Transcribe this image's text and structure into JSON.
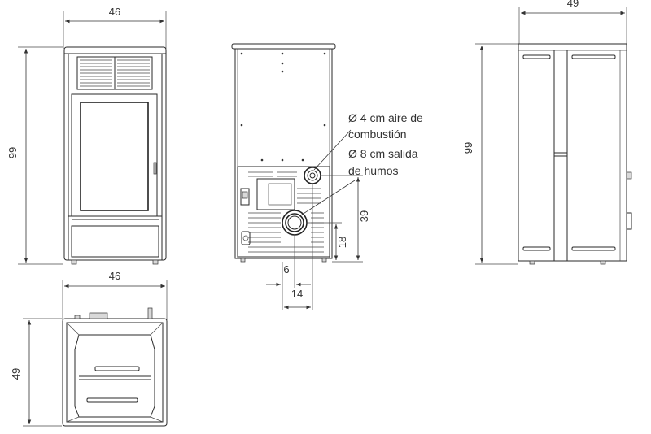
{
  "dimensions": {
    "front_width": "46",
    "front_height": "99",
    "back_height": "39",
    "back_height_small": "18",
    "back_offset_6": "6",
    "back_offset_14": "14",
    "side_depth": "49",
    "side_height": "99",
    "top_width": "46",
    "top_depth": "49"
  },
  "notes": {
    "air_intake_line1": "Ø 4 cm aire de",
    "air_intake_line2": "combustión",
    "flue_line1": "Ø 8 cm salida",
    "flue_line2": "de humos"
  }
}
